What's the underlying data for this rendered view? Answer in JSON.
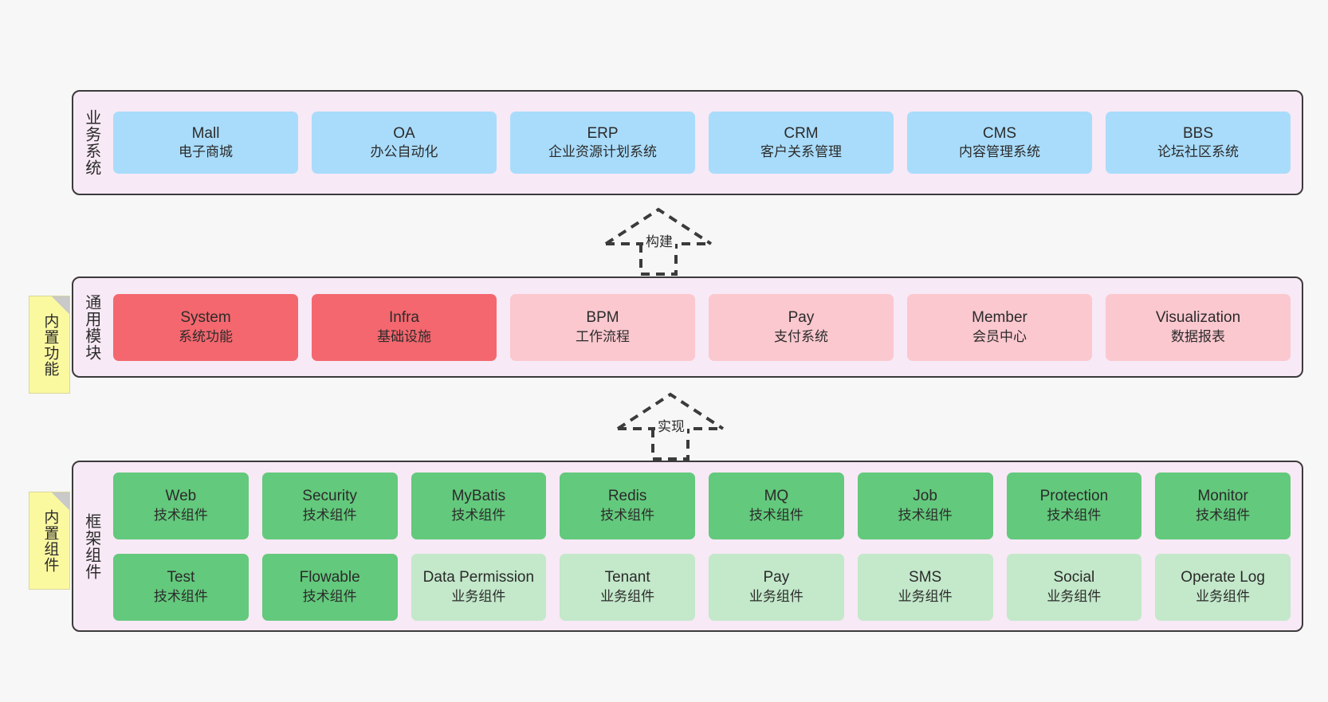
{
  "diagram": {
    "background_color": "#f7f7f7",
    "layer_fill": "#f7e9f5",
    "layer_border": "#3b3b3b",
    "note_fill": "#fbf9a0"
  },
  "layers": [
    {
      "title": "业务系统",
      "items": [
        {
          "en": "Mall",
          "cn": "电子商城",
          "color": "#a9dcfb"
        },
        {
          "en": "OA",
          "cn": "办公自动化",
          "color": "#a9dcfb"
        },
        {
          "en": "ERP",
          "cn": "企业资源计划系统",
          "color": "#a9dcfb"
        },
        {
          "en": "CRM",
          "cn": "客户关系管理",
          "color": "#a9dcfb"
        },
        {
          "en": "CMS",
          "cn": "内容管理系统",
          "color": "#a9dcfb"
        },
        {
          "en": "BBS",
          "cn": "论坛社区系统",
          "color": "#a9dcfb"
        }
      ]
    },
    {
      "title": "通用模块",
      "note": "内置功能",
      "items": [
        {
          "en": "System",
          "cn": "系统功能",
          "color": "#f4676e"
        },
        {
          "en": "Infra",
          "cn": "基础设施",
          "color": "#f4676e"
        },
        {
          "en": "BPM",
          "cn": "工作流程",
          "color": "#fbc8cf"
        },
        {
          "en": "Pay",
          "cn": "支付系统",
          "color": "#fbc8cf"
        },
        {
          "en": "Member",
          "cn": "会员中心",
          "color": "#fbc8cf"
        },
        {
          "en": "Visualization",
          "cn": "数据报表",
          "color": "#fbc8cf"
        }
      ]
    },
    {
      "title": "框架组件",
      "note": "内置组件",
      "row1": [
        {
          "en": "Web",
          "cn": "技术组件",
          "color": "#63c97c"
        },
        {
          "en": "Security",
          "cn": "技术组件",
          "color": "#63c97c"
        },
        {
          "en": "MyBatis",
          "cn": "技术组件",
          "color": "#63c97c"
        },
        {
          "en": "Redis",
          "cn": "技术组件",
          "color": "#63c97c"
        },
        {
          "en": "MQ",
          "cn": "技术组件",
          "color": "#63c97c"
        },
        {
          "en": "Job",
          "cn": "技术组件",
          "color": "#63c97c"
        },
        {
          "en": "Protection",
          "cn": "技术组件",
          "color": "#63c97c"
        },
        {
          "en": "Monitor",
          "cn": "技术组件",
          "color": "#63c97c"
        }
      ],
      "row2": [
        {
          "en": "Test",
          "cn": "技术组件",
          "color": "#63c97c"
        },
        {
          "en": "Flowable",
          "cn": "技术组件",
          "color": "#63c97c"
        },
        {
          "en": "Data Permission",
          "cn": "业务组件",
          "color": "#c3e8ca"
        },
        {
          "en": "Tenant",
          "cn": "业务组件",
          "color": "#c3e8ca"
        },
        {
          "en": "Pay",
          "cn": "业务组件",
          "color": "#c3e8ca"
        },
        {
          "en": "SMS",
          "cn": "业务组件",
          "color": "#c3e8ca"
        },
        {
          "en": "Social",
          "cn": "业务组件",
          "color": "#c3e8ca"
        },
        {
          "en": "Operate Log",
          "cn": "业务组件",
          "color": "#c3e8ca"
        }
      ]
    }
  ],
  "connectors": [
    {
      "label": "构建"
    },
    {
      "label": "实现"
    }
  ]
}
